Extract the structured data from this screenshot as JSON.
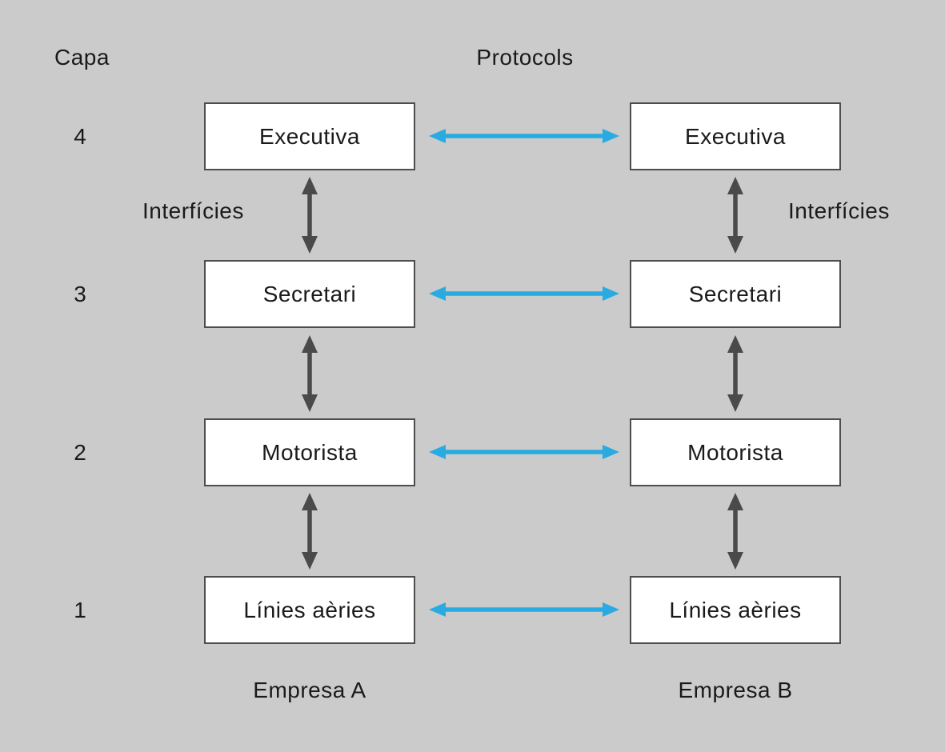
{
  "diagram": {
    "title_context": "Layered protocol analogy diagram",
    "colors": {
      "background": "#cbcbcb",
      "box_fill": "#ffffff",
      "box_border": "#4d4d4d",
      "protocol_arrow_blue": "#29abe2",
      "interface_arrow_dark": "#4a4a4a",
      "text": "#1a1a1a"
    },
    "header": {
      "capa_label": "Capa",
      "protocols_label": "Protocols"
    },
    "interficies": {
      "left_label": "Interfícies",
      "right_label": "Interfícies"
    },
    "layers": [
      {
        "number": "4",
        "left_label": "Executiva",
        "right_label": "Executiva"
      },
      {
        "number": "3",
        "left_label": "Secretari",
        "right_label": "Secretari"
      },
      {
        "number": "2",
        "left_label": "Motorista",
        "right_label": "Motorista"
      },
      {
        "number": "1",
        "left_label": "Línies aèries",
        "right_label": "Línies aèries"
      }
    ],
    "footer": {
      "company_a_label": "Empresa A",
      "company_b_label": "Empresa B"
    }
  }
}
